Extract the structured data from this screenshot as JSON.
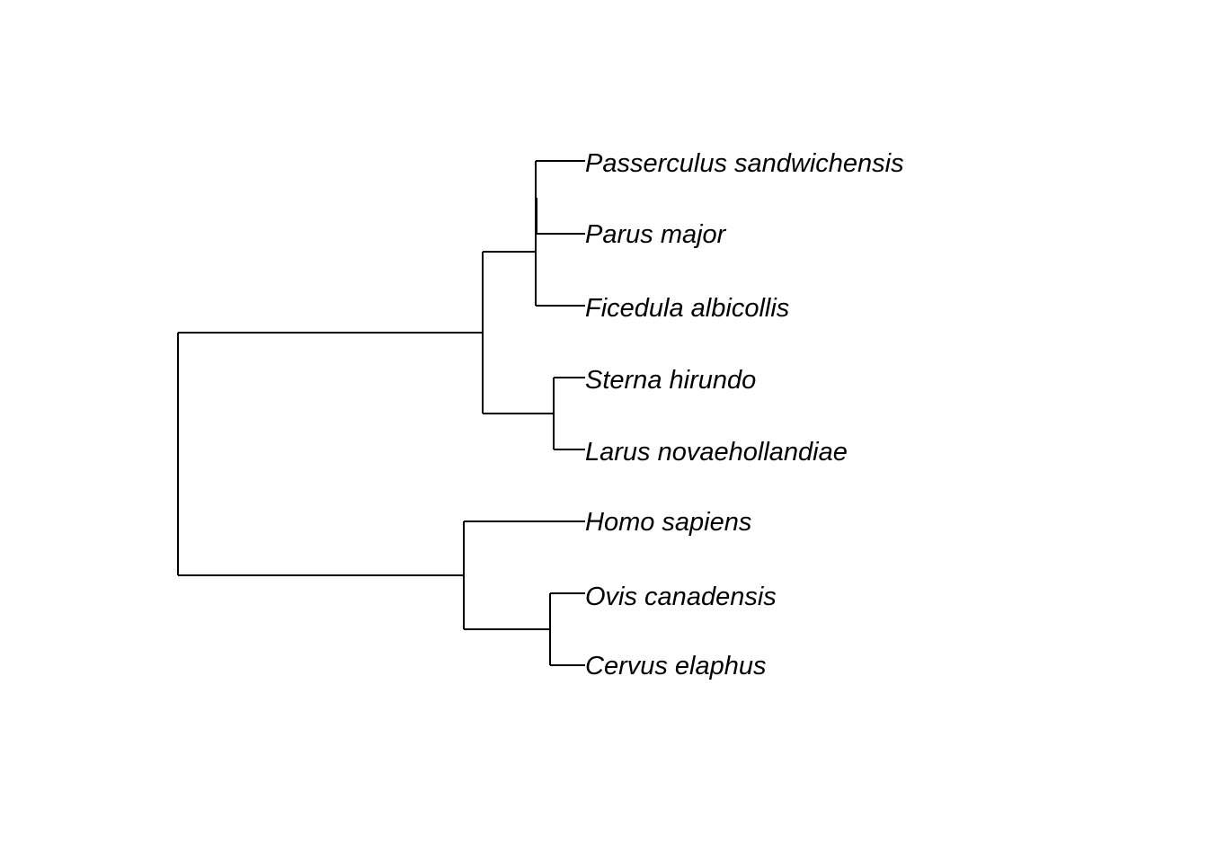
{
  "tree": {
    "newick": "((((Passerculus sandwichensis,Parus major,Ficedula albicollis),(Sterna hirundo,Larus novaehollandiae)),(Homo sapiens,(Ovis canadensis,Cervus elaphus))));",
    "tips": [
      {
        "id": "passerculus",
        "label": "Passerculus sandwichensis"
      },
      {
        "id": "parus",
        "label": "Parus major"
      },
      {
        "id": "ficedula",
        "label": "Ficedula albicollis"
      },
      {
        "id": "sterna",
        "label": "Sterna hirundo"
      },
      {
        "id": "larus",
        "label": "Larus novaehollandiae"
      },
      {
        "id": "homo",
        "label": "Homo sapiens"
      },
      {
        "id": "ovis",
        "label": "Ovis canadensis"
      },
      {
        "id": "cervus",
        "label": "Cervus elaphus"
      }
    ],
    "clades": [
      {
        "id": "root",
        "children": [
          "birds",
          "mammals"
        ]
      },
      {
        "id": "birds",
        "children": [
          "passerines",
          "charadriiformes"
        ]
      },
      {
        "id": "passerines",
        "children": [
          "passerculus",
          "parus",
          "ficedula"
        ]
      },
      {
        "id": "charadriiformes",
        "children": [
          "sterna",
          "larus"
        ]
      },
      {
        "id": "mammals",
        "children": [
          "homo",
          "ruminants"
        ]
      },
      {
        "id": "ruminants",
        "children": [
          "ovis",
          "cervus"
        ]
      }
    ],
    "line_color": "#000000",
    "label_color": "#000000"
  }
}
